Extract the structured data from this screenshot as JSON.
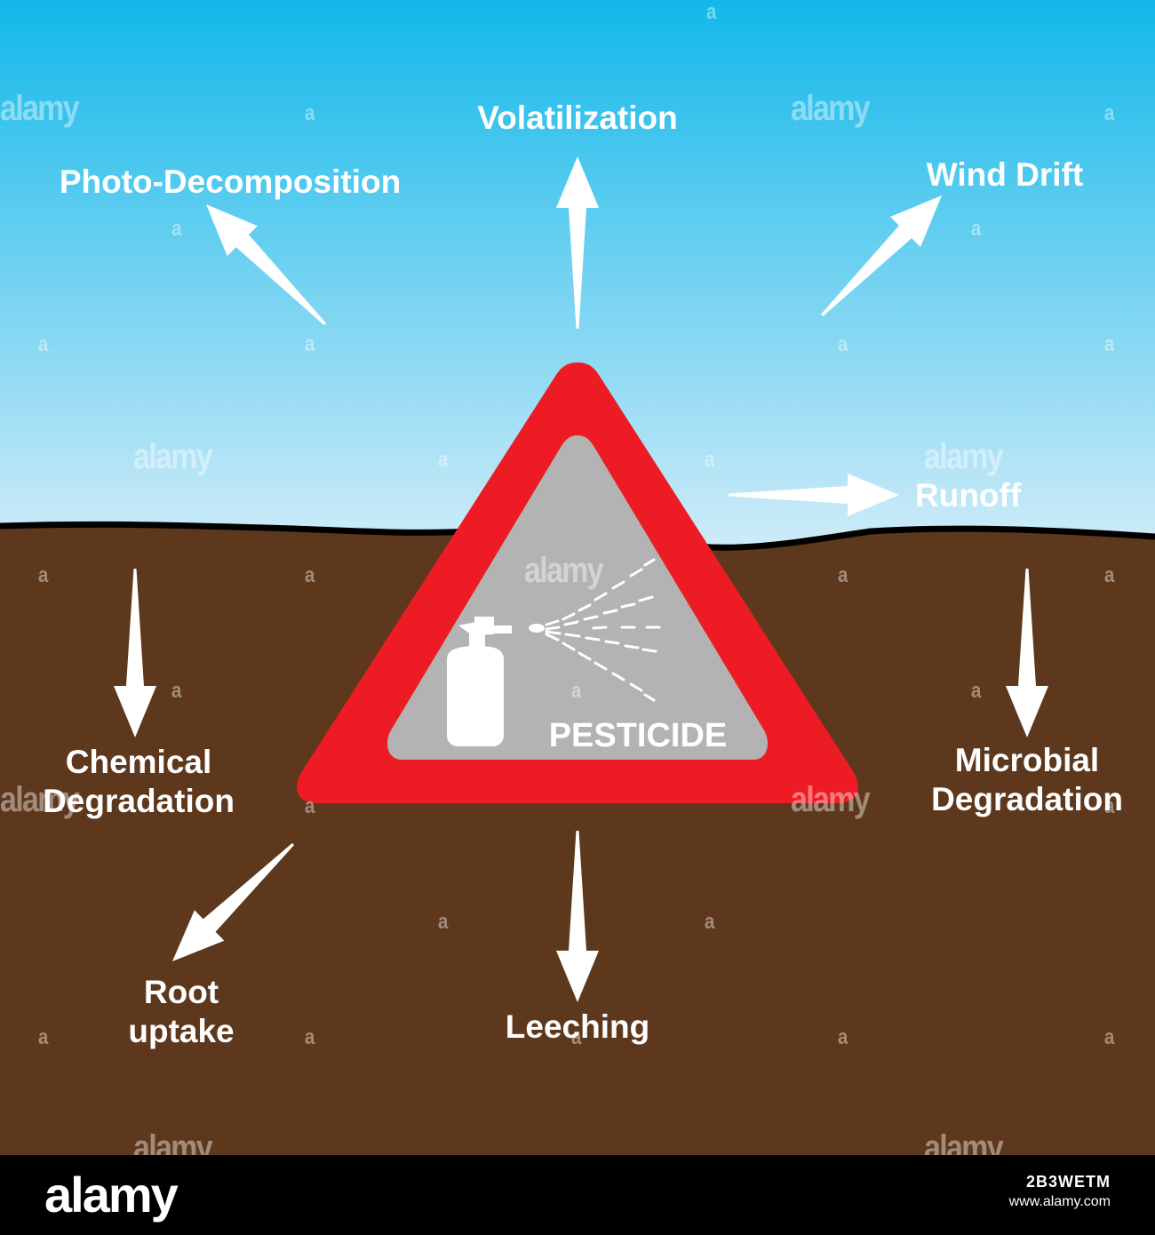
{
  "colors": {
    "sky_top": "#12b8ea",
    "sky_bottom": "#d0ecf8",
    "soil": "#5e381c",
    "horizon_line": "#000000",
    "triangle_border": "#ed1c24",
    "triangle_fill": "#b3b3b3",
    "arrow": "#ffffff",
    "label": "#ffffff"
  },
  "sign": {
    "label": "PESTICIDE",
    "icon": "spray-bottle-icon"
  },
  "pathways": [
    {
      "id": "volatilization",
      "lines": [
        "Volatilization"
      ],
      "zone": "air"
    },
    {
      "id": "photo-decomposition",
      "lines": [
        "Photo-Decomposition"
      ],
      "zone": "air"
    },
    {
      "id": "wind-drift",
      "lines": [
        "Wind Drift"
      ],
      "zone": "air"
    },
    {
      "id": "runoff",
      "lines": [
        "Runoff"
      ],
      "zone": "surface"
    },
    {
      "id": "chemical-degradation",
      "lines": [
        "Chemical",
        "Degradation"
      ],
      "zone": "soil"
    },
    {
      "id": "microbial-degradation",
      "lines": [
        "Microbial",
        "Degradation"
      ],
      "zone": "soil"
    },
    {
      "id": "root-uptake",
      "lines": [
        "Root",
        "uptake"
      ],
      "zone": "soil"
    },
    {
      "id": "leeching",
      "lines": [
        "Leeching"
      ],
      "zone": "soil"
    }
  ],
  "watermark": {
    "text": "alamy",
    "mark": "a"
  },
  "footer": {
    "logo": "alamy",
    "image_id": "2B3WETM",
    "site": "www.alamy.com"
  }
}
